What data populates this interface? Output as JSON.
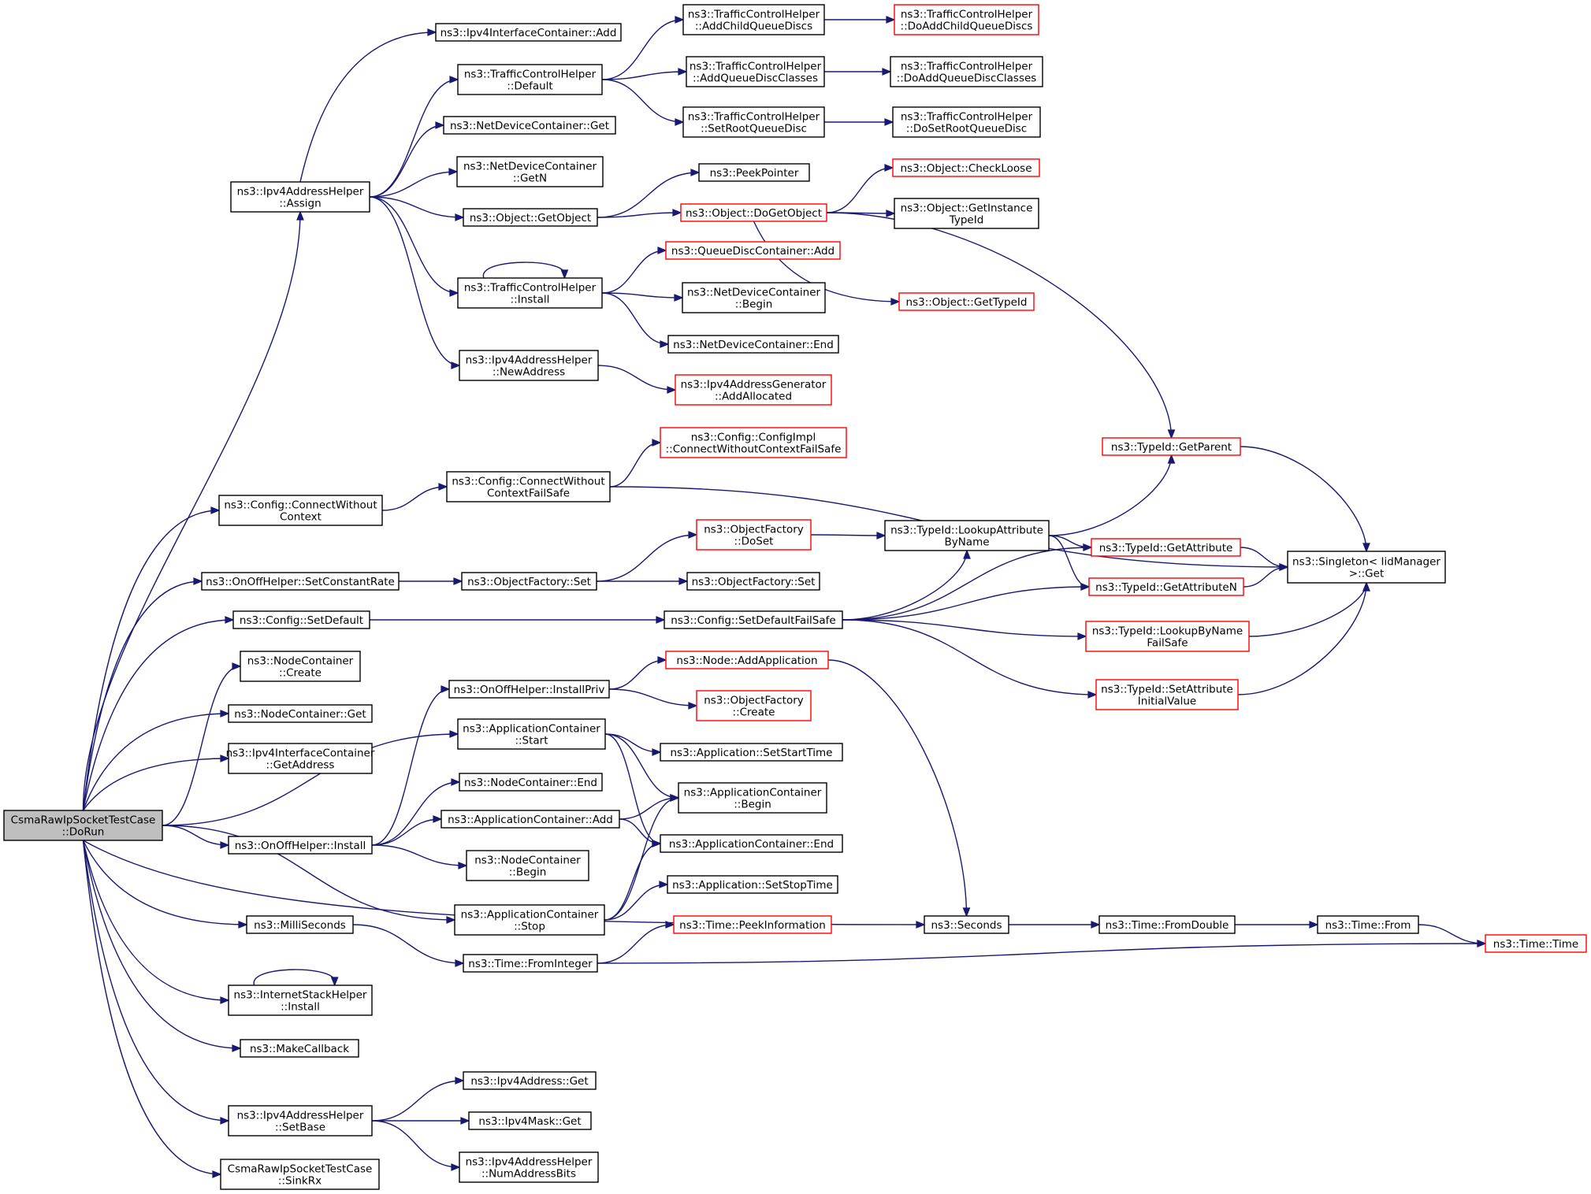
{
  "diagram": {
    "type": "call-graph",
    "root": "CsmaRawIpSocketTestCase::DoRun",
    "colors": {
      "edge": "#191970",
      "node_border": "#000000",
      "truncated_node_border": "#ff0000",
      "root_fill": "#bfbfbf",
      "node_fill": "#ffffff"
    },
    "nodes": [
      {
        "id": "root",
        "lines": [
          "CsmaRawIpSocketTestCase",
          "::DoRun"
        ],
        "style": "root"
      },
      {
        "id": "ipv4ah_assign",
        "lines": [
          "ns3::Ipv4AddressHelper",
          "::Assign"
        ],
        "style": "normal"
      },
      {
        "id": "ipv4ic_add",
        "lines": [
          "ns3::Ipv4InterfaceContainer::Add"
        ],
        "style": "normal"
      },
      {
        "id": "tch_default",
        "lines": [
          "ns3::TrafficControlHelper",
          "::Default"
        ],
        "style": "normal"
      },
      {
        "id": "tch_addchild",
        "lines": [
          "ns3::TrafficControlHelper",
          "::AddChildQueueDiscs"
        ],
        "style": "normal"
      },
      {
        "id": "tch_doaddchild",
        "lines": [
          "ns3::TrafficControlHelper",
          "::DoAddChildQueueDiscs"
        ],
        "style": "truncated"
      },
      {
        "id": "tch_addqdc",
        "lines": [
          "ns3::TrafficControlHelper",
          "::AddQueueDiscClasses"
        ],
        "style": "normal"
      },
      {
        "id": "tch_doaddqdc",
        "lines": [
          "ns3::TrafficControlHelper",
          "::DoAddQueueDiscClasses"
        ],
        "style": "normal"
      },
      {
        "id": "tch_setroot",
        "lines": [
          "ns3::TrafficControlHelper",
          "::SetRootQueueDisc"
        ],
        "style": "normal"
      },
      {
        "id": "tch_dosetroot",
        "lines": [
          "ns3::TrafficControlHelper",
          "::DoSetRootQueueDisc"
        ],
        "style": "normal"
      },
      {
        "id": "ndc_get",
        "lines": [
          "ns3::NetDeviceContainer::Get"
        ],
        "style": "normal"
      },
      {
        "id": "ndc_getn",
        "lines": [
          "ns3::NetDeviceContainer",
          "::GetN"
        ],
        "style": "normal"
      },
      {
        "id": "peekpointer",
        "lines": [
          "ns3::PeekPointer"
        ],
        "style": "normal"
      },
      {
        "id": "obj_getobject",
        "lines": [
          "ns3::Object::GetObject"
        ],
        "style": "normal"
      },
      {
        "id": "obj_checkloose",
        "lines": [
          "ns3::Object::CheckLoose"
        ],
        "style": "truncated"
      },
      {
        "id": "obj_dogetobject",
        "lines": [
          "ns3::Object::DoGetObject"
        ],
        "style": "truncated"
      },
      {
        "id": "obj_getinstancetypeid",
        "lines": [
          "ns3::Object::GetInstance",
          "TypeId"
        ],
        "style": "normal"
      },
      {
        "id": "qdc_add",
        "lines": [
          "ns3::QueueDiscContainer::Add"
        ],
        "style": "truncated"
      },
      {
        "id": "tch_install",
        "lines": [
          "ns3::TrafficControlHelper",
          "::Install"
        ],
        "style": "normal"
      },
      {
        "id": "ndc_begin",
        "lines": [
          "ns3::NetDeviceContainer",
          "::Begin"
        ],
        "style": "normal"
      },
      {
        "id": "obj_gettypeid",
        "lines": [
          "ns3::Object::GetTypeId"
        ],
        "style": "truncated"
      },
      {
        "id": "ndc_end",
        "lines": [
          "ns3::NetDeviceContainer::End"
        ],
        "style": "normal"
      },
      {
        "id": "ipv4ah_newaddress",
        "lines": [
          "ns3::Ipv4AddressHelper",
          "::NewAddress"
        ],
        "style": "normal"
      },
      {
        "id": "ipv4ag_addallocated",
        "lines": [
          "ns3::Ipv4AddressGenerator",
          "::AddAllocated"
        ],
        "style": "truncated"
      },
      {
        "id": "configimpl_cwcfs",
        "lines": [
          "ns3::Config::ConfigImpl",
          "::ConnectWithoutContextFailSafe"
        ],
        "style": "truncated"
      },
      {
        "id": "typeid_getparent",
        "lines": [
          "ns3::TypeId::GetParent"
        ],
        "style": "truncated"
      },
      {
        "id": "config_cwcfs",
        "lines": [
          "ns3::Config::ConnectWithout",
          "ContextFailSafe"
        ],
        "style": "normal"
      },
      {
        "id": "config_cwc",
        "lines": [
          "ns3::Config::ConnectWithout",
          "Context"
        ],
        "style": "normal"
      },
      {
        "id": "of_doset",
        "lines": [
          "ns3::ObjectFactory",
          "::DoSet"
        ],
        "style": "truncated"
      },
      {
        "id": "typeid_lookupattr",
        "lines": [
          "ns3::TypeId::LookupAttribute",
          "ByName"
        ],
        "style": "normal"
      },
      {
        "id": "typeid_getattr",
        "lines": [
          "ns3::TypeId::GetAttribute"
        ],
        "style": "truncated"
      },
      {
        "id": "singleton_get",
        "lines": [
          "ns3::Singleton< IidManager",
          " >::Get"
        ],
        "style": "normal"
      },
      {
        "id": "onoff_setconstrate",
        "lines": [
          "ns3::OnOffHelper::SetConstantRate"
        ],
        "style": "normal"
      },
      {
        "id": "of_set1",
        "lines": [
          "ns3::ObjectFactory::Set"
        ],
        "style": "normal"
      },
      {
        "id": "of_set2",
        "lines": [
          "ns3::ObjectFactory::Set"
        ],
        "style": "normal"
      },
      {
        "id": "typeid_getattrn",
        "lines": [
          "ns3::TypeId::GetAttributeN"
        ],
        "style": "truncated"
      },
      {
        "id": "config_setdefault",
        "lines": [
          "ns3::Config::SetDefault"
        ],
        "style": "normal"
      },
      {
        "id": "config_setdefaultfs",
        "lines": [
          "ns3::Config::SetDefaultFailSafe"
        ],
        "style": "normal"
      },
      {
        "id": "typeid_lookupbyname",
        "lines": [
          "ns3::TypeId::LookupByName",
          "FailSafe"
        ],
        "style": "truncated"
      },
      {
        "id": "nc_create",
        "lines": [
          "ns3::NodeContainer",
          "::Create"
        ],
        "style": "normal"
      },
      {
        "id": "node_addapp",
        "lines": [
          "ns3::Node::AddApplication"
        ],
        "style": "truncated"
      },
      {
        "id": "onoff_installpriv",
        "lines": [
          "ns3::OnOffHelper::InstallPriv"
        ],
        "style": "normal"
      },
      {
        "id": "of_create",
        "lines": [
          "ns3::ObjectFactory",
          "::Create"
        ],
        "style": "truncated"
      },
      {
        "id": "typeid_setattrinit",
        "lines": [
          "ns3::TypeId::SetAttribute",
          "InitialValue"
        ],
        "style": "truncated"
      },
      {
        "id": "nc_get",
        "lines": [
          "ns3::NodeContainer::Get"
        ],
        "style": "normal"
      },
      {
        "id": "appc_start",
        "lines": [
          "ns3::ApplicationContainer",
          "::Start"
        ],
        "style": "normal"
      },
      {
        "id": "app_setstart",
        "lines": [
          "ns3::Application::SetStartTime"
        ],
        "style": "normal"
      },
      {
        "id": "ipv4ic_getaddress",
        "lines": [
          "ns3::Ipv4InterfaceContainer",
          "::GetAddress"
        ],
        "style": "normal"
      },
      {
        "id": "nc_end",
        "lines": [
          "ns3::NodeContainer::End"
        ],
        "style": "normal"
      },
      {
        "id": "appc_begin",
        "lines": [
          "ns3::ApplicationContainer",
          "::Begin"
        ],
        "style": "normal"
      },
      {
        "id": "appc_add",
        "lines": [
          "ns3::ApplicationContainer::Add"
        ],
        "style": "normal"
      },
      {
        "id": "appc_end",
        "lines": [
          "ns3::ApplicationContainer::End"
        ],
        "style": "normal"
      },
      {
        "id": "onoff_install",
        "lines": [
          "ns3::OnOffHelper::Install"
        ],
        "style": "normal"
      },
      {
        "id": "nc_begin",
        "lines": [
          "ns3::NodeContainer",
          "::Begin"
        ],
        "style": "normal"
      },
      {
        "id": "app_setstop",
        "lines": [
          "ns3::Application::SetStopTime"
        ],
        "style": "normal"
      },
      {
        "id": "appc_stop",
        "lines": [
          "ns3::ApplicationContainer",
          "::Stop"
        ],
        "style": "normal"
      },
      {
        "id": "millis",
        "lines": [
          "ns3::MilliSeconds"
        ],
        "style": "normal"
      },
      {
        "id": "time_peekinfo",
        "lines": [
          "ns3::Time::PeekInformation"
        ],
        "style": "truncated"
      },
      {
        "id": "seconds",
        "lines": [
          "ns3::Seconds"
        ],
        "style": "normal"
      },
      {
        "id": "time_fromdouble",
        "lines": [
          "ns3::Time::FromDouble"
        ],
        "style": "normal"
      },
      {
        "id": "time_from",
        "lines": [
          "ns3::Time::From"
        ],
        "style": "normal"
      },
      {
        "id": "time_time",
        "lines": [
          "ns3::Time::Time"
        ],
        "style": "truncated"
      },
      {
        "id": "time_frominteger",
        "lines": [
          "ns3::Time::FromInteger"
        ],
        "style": "normal"
      },
      {
        "id": "ish_install",
        "lines": [
          "ns3::InternetStackHelper",
          "::Install"
        ],
        "style": "normal"
      },
      {
        "id": "makecallback",
        "lines": [
          "ns3::MakeCallback"
        ],
        "style": "normal"
      },
      {
        "id": "ipv4addr_get",
        "lines": [
          "ns3::Ipv4Address::Get"
        ],
        "style": "normal"
      },
      {
        "id": "ipv4ah_setbase",
        "lines": [
          "ns3::Ipv4AddressHelper",
          "::SetBase"
        ],
        "style": "normal"
      },
      {
        "id": "ipv4mask_get",
        "lines": [
          "ns3::Ipv4Mask::Get"
        ],
        "style": "normal"
      },
      {
        "id": "ipv4ah_numaddrbits",
        "lines": [
          "ns3::Ipv4AddressHelper",
          "::NumAddressBits"
        ],
        "style": "normal"
      },
      {
        "id": "sinkrx",
        "lines": [
          "CsmaRawIpSocketTestCase",
          "::SinkRx"
        ],
        "style": "normal"
      }
    ],
    "edges": [
      {
        "from": "root",
        "to": "ipv4ah_assign"
      },
      {
        "from": "root",
        "to": "config_cwc"
      },
      {
        "from": "root",
        "to": "onoff_setconstrate"
      },
      {
        "from": "root",
        "to": "config_setdefault"
      },
      {
        "from": "root",
        "to": "nc_create"
      },
      {
        "from": "root",
        "to": "nc_get"
      },
      {
        "from": "root",
        "to": "ipv4ic_getaddress"
      },
      {
        "from": "root",
        "to": "appc_start"
      },
      {
        "from": "root",
        "to": "onoff_install"
      },
      {
        "from": "root",
        "to": "appc_stop"
      },
      {
        "from": "root",
        "to": "millis"
      },
      {
        "from": "root",
        "to": "seconds"
      },
      {
        "from": "root",
        "to": "ish_install"
      },
      {
        "from": "root",
        "to": "makecallback"
      },
      {
        "from": "root",
        "to": "ipv4ah_setbase"
      },
      {
        "from": "root",
        "to": "sinkrx"
      },
      {
        "from": "ipv4ah_assign",
        "to": "ipv4ic_add"
      },
      {
        "from": "ipv4ah_assign",
        "to": "tch_default"
      },
      {
        "from": "ipv4ah_assign",
        "to": "ndc_get"
      },
      {
        "from": "ipv4ah_assign",
        "to": "ndc_getn"
      },
      {
        "from": "ipv4ah_assign",
        "to": "obj_getobject"
      },
      {
        "from": "ipv4ah_assign",
        "to": "tch_install"
      },
      {
        "from": "ipv4ah_assign",
        "to": "ipv4ah_newaddress"
      },
      {
        "from": "tch_default",
        "to": "tch_addchild"
      },
      {
        "from": "tch_default",
        "to": "tch_addqdc"
      },
      {
        "from": "tch_default",
        "to": "tch_setroot"
      },
      {
        "from": "tch_addchild",
        "to": "tch_doaddchild"
      },
      {
        "from": "tch_addqdc",
        "to": "tch_doaddqdc"
      },
      {
        "from": "tch_setroot",
        "to": "tch_dosetroot"
      },
      {
        "from": "obj_getobject",
        "to": "peekpointer"
      },
      {
        "from": "obj_getobject",
        "to": "obj_dogetobject"
      },
      {
        "from": "obj_dogetobject",
        "to": "obj_checkloose"
      },
      {
        "from": "obj_dogetobject",
        "to": "obj_getinstancetypeid"
      },
      {
        "from": "obj_dogetobject",
        "to": "obj_gettypeid"
      },
      {
        "from": "obj_dogetobject",
        "to": "typeid_getparent"
      },
      {
        "from": "tch_install",
        "to": "tch_install"
      },
      {
        "from": "tch_install",
        "to": "qdc_add"
      },
      {
        "from": "tch_install",
        "to": "ndc_begin"
      },
      {
        "from": "tch_install",
        "to": "ndc_end"
      },
      {
        "from": "ipv4ah_newaddress",
        "to": "ipv4ag_addallocated"
      },
      {
        "from": "config_cwc",
        "to": "config_cwcfs"
      },
      {
        "from": "config_cwcfs",
        "to": "configimpl_cwcfs"
      },
      {
        "from": "config_cwcfs",
        "to": "singleton_get"
      },
      {
        "from": "typeid_getparent",
        "to": "singleton_get"
      },
      {
        "from": "onoff_setconstrate",
        "to": "of_set1"
      },
      {
        "from": "of_set1",
        "to": "of_doset"
      },
      {
        "from": "of_set1",
        "to": "of_set2"
      },
      {
        "from": "of_doset",
        "to": "typeid_lookupattr"
      },
      {
        "from": "typeid_lookupattr",
        "to": "typeid_getparent"
      },
      {
        "from": "typeid_lookupattr",
        "to": "typeid_getattr"
      },
      {
        "from": "typeid_lookupattr",
        "to": "typeid_getattrn"
      },
      {
        "from": "typeid_getattr",
        "to": "singleton_get"
      },
      {
        "from": "typeid_getattrn",
        "to": "singleton_get"
      },
      {
        "from": "typeid_lookupbyname",
        "to": "singleton_get"
      },
      {
        "from": "typeid_setattrinit",
        "to": "singleton_get"
      },
      {
        "from": "config_setdefault",
        "to": "config_setdefaultfs"
      },
      {
        "from": "config_setdefaultfs",
        "to": "typeid_lookupattr"
      },
      {
        "from": "config_setdefaultfs",
        "to": "typeid_getattr"
      },
      {
        "from": "config_setdefaultfs",
        "to": "typeid_getattrn"
      },
      {
        "from": "config_setdefaultfs",
        "to": "typeid_lookupbyname"
      },
      {
        "from": "config_setdefaultfs",
        "to": "typeid_setattrinit"
      },
      {
        "from": "onoff_install",
        "to": "onoff_installpriv"
      },
      {
        "from": "onoff_install",
        "to": "nc_end"
      },
      {
        "from": "onoff_install",
        "to": "appc_add"
      },
      {
        "from": "onoff_install",
        "to": "nc_begin"
      },
      {
        "from": "onoff_installpriv",
        "to": "node_addapp"
      },
      {
        "from": "onoff_installpriv",
        "to": "of_create"
      },
      {
        "from": "node_addapp",
        "to": "seconds"
      },
      {
        "from": "appc_start",
        "to": "app_setstart"
      },
      {
        "from": "appc_start",
        "to": "appc_begin"
      },
      {
        "from": "appc_start",
        "to": "appc_end"
      },
      {
        "from": "appc_add",
        "to": "appc_begin"
      },
      {
        "from": "appc_add",
        "to": "appc_end"
      },
      {
        "from": "appc_stop",
        "to": "appc_begin"
      },
      {
        "from": "appc_stop",
        "to": "appc_end"
      },
      {
        "from": "appc_stop",
        "to": "app_setstop"
      },
      {
        "from": "millis",
        "to": "time_frominteger"
      },
      {
        "from": "time_frominteger",
        "to": "time_peekinfo"
      },
      {
        "from": "time_frominteger",
        "to": "time_time"
      },
      {
        "from": "seconds",
        "to": "time_fromdouble"
      },
      {
        "from": "time_fromdouble",
        "to": "time_from"
      },
      {
        "from": "time_from",
        "to": "time_time"
      },
      {
        "from": "ish_install",
        "to": "ish_install"
      },
      {
        "from": "ipv4ah_setbase",
        "to": "ipv4addr_get"
      },
      {
        "from": "ipv4ah_setbase",
        "to": "ipv4mask_get"
      },
      {
        "from": "ipv4ah_setbase",
        "to": "ipv4ah_numaddrbits"
      }
    ]
  }
}
